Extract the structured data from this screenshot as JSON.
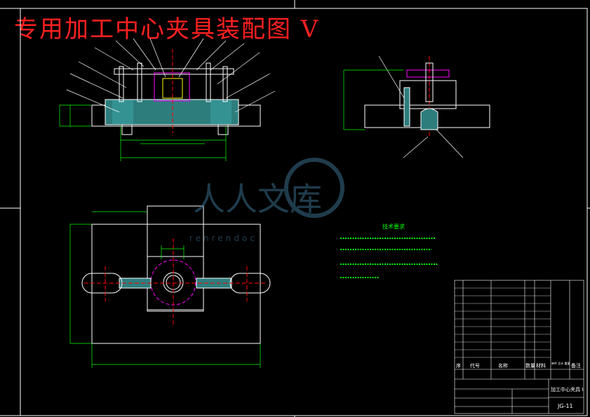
{
  "title": "专用加工中心夹具装配图 V",
  "watermark": {
    "cn": "人人文库",
    "url": "renrendoc"
  },
  "tech_requirements": {
    "heading": "技术要求"
  },
  "title_block": {
    "drawing_name": "加工中心夹具 I",
    "drawing_no": "JG-11",
    "header": [
      "序",
      "代号",
      "名称",
      "数量",
      "材料",
      "单件 总计 重量",
      "备注"
    ]
  },
  "colors": {
    "outline": "#ffffff",
    "dim": "#00ff00",
    "leader": "#ffffff",
    "part": "#ff00ff",
    "center": "#ff0000",
    "hatch": "#3a8a8a",
    "bolt": "#ffff00",
    "title": "#ff2020",
    "watermark": "#3a6d8a"
  }
}
